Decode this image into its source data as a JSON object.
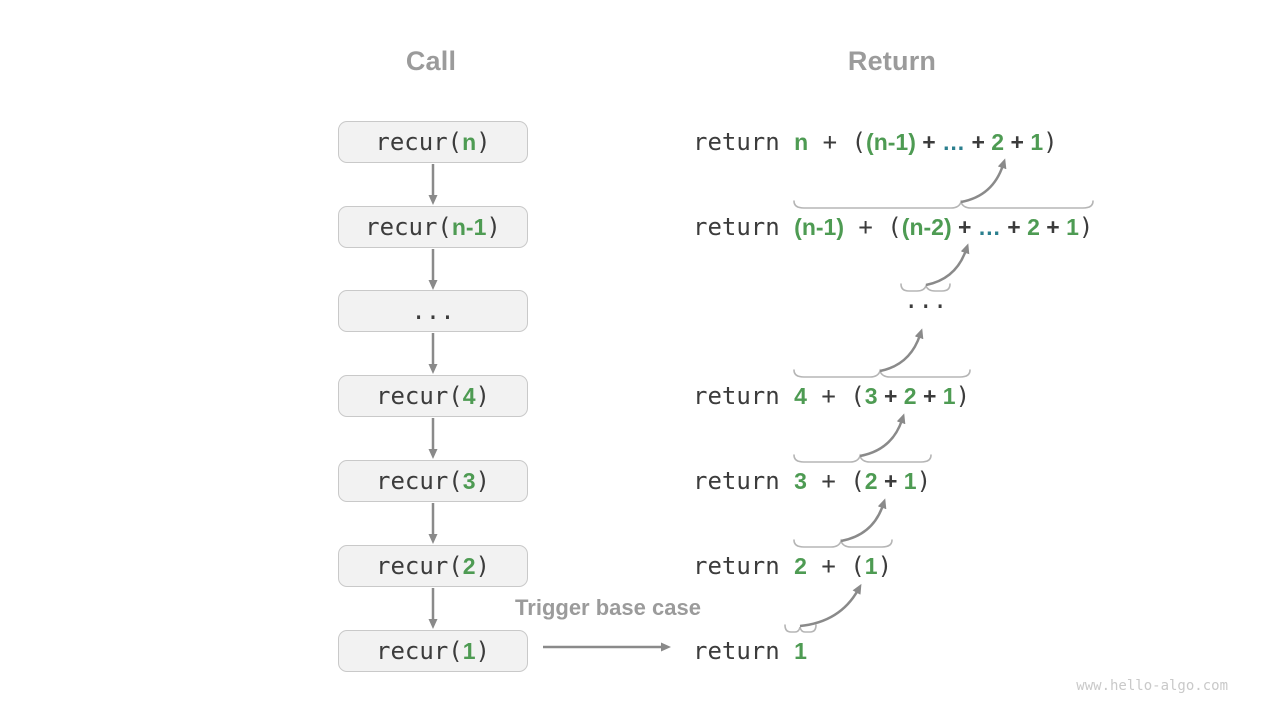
{
  "call_column": {
    "header": "Call",
    "boxes": [
      {
        "segments": [
          {
            "t": "recur(",
            "c": "mono"
          },
          {
            "t": "n",
            "c": "val"
          },
          {
            "t": ")",
            "c": "mono"
          }
        ]
      },
      {
        "segments": [
          {
            "t": "recur(",
            "c": "mono"
          },
          {
            "t": "n-1",
            "c": "val"
          },
          {
            "t": ")",
            "c": "mono"
          }
        ]
      },
      {
        "segments": [
          {
            "t": "...",
            "c": "mono"
          }
        ]
      },
      {
        "segments": [
          {
            "t": "recur(",
            "c": "mono"
          },
          {
            "t": "4",
            "c": "val"
          },
          {
            "t": ")",
            "c": "mono"
          }
        ]
      },
      {
        "segments": [
          {
            "t": "recur(",
            "c": "mono"
          },
          {
            "t": "3",
            "c": "val"
          },
          {
            "t": ")",
            "c": "mono"
          }
        ]
      },
      {
        "segments": [
          {
            "t": "recur(",
            "c": "mono"
          },
          {
            "t": "2",
            "c": "val"
          },
          {
            "t": ")",
            "c": "mono"
          }
        ]
      },
      {
        "segments": [
          {
            "t": "recur(",
            "c": "mono"
          },
          {
            "t": "1",
            "c": "val"
          },
          {
            "t": ")",
            "c": "mono"
          }
        ]
      }
    ]
  },
  "return_column": {
    "header": "Return",
    "rows": [
      {
        "segments": [
          {
            "t": "return ",
            "c": "mono"
          },
          {
            "t": "n",
            "c": "val"
          },
          {
            "t": " + ",
            "c": "mono"
          },
          {
            "t": "(",
            "c": "mono"
          },
          {
            "t": "(n-1)",
            "c": "val"
          },
          {
            "t": " + ",
            "c": "op"
          },
          {
            "t": "…",
            "c": "dots"
          },
          {
            "t": " + ",
            "c": "op"
          },
          {
            "t": "2",
            "c": "val"
          },
          {
            "t": " + ",
            "c": "op"
          },
          {
            "t": "1",
            "c": "val"
          },
          {
            "t": ")",
            "c": "mono"
          }
        ]
      },
      {
        "segments": [
          {
            "t": "return ",
            "c": "mono"
          },
          {
            "t": "(n-1)",
            "c": "val"
          },
          {
            "t": " + ",
            "c": "mono"
          },
          {
            "t": "(",
            "c": "mono"
          },
          {
            "t": "(n-2)",
            "c": "val"
          },
          {
            "t": " + ",
            "c": "op"
          },
          {
            "t": "…",
            "c": "dots"
          },
          {
            "t": " + ",
            "c": "op"
          },
          {
            "t": "2",
            "c": "val"
          },
          {
            "t": " + ",
            "c": "op"
          },
          {
            "t": "1",
            "c": "val"
          },
          {
            "t": ")",
            "c": "mono"
          }
        ]
      },
      {
        "segments": [
          {
            "t": "...",
            "c": "mono"
          }
        ]
      },
      {
        "segments": [
          {
            "t": "return ",
            "c": "mono"
          },
          {
            "t": "4",
            "c": "val"
          },
          {
            "t": " + ",
            "c": "mono"
          },
          {
            "t": "(",
            "c": "mono"
          },
          {
            "t": "3",
            "c": "val"
          },
          {
            "t": " + ",
            "c": "op"
          },
          {
            "t": "2",
            "c": "val"
          },
          {
            "t": " + ",
            "c": "op"
          },
          {
            "t": "1",
            "c": "val"
          },
          {
            "t": ")",
            "c": "mono"
          }
        ]
      },
      {
        "segments": [
          {
            "t": "return ",
            "c": "mono"
          },
          {
            "t": "3",
            "c": "val"
          },
          {
            "t": " + ",
            "c": "mono"
          },
          {
            "t": "(",
            "c": "mono"
          },
          {
            "t": "2",
            "c": "val"
          },
          {
            "t": " + ",
            "c": "op"
          },
          {
            "t": "1",
            "c": "val"
          },
          {
            "t": ")",
            "c": "mono"
          }
        ]
      },
      {
        "segments": [
          {
            "t": "return ",
            "c": "mono"
          },
          {
            "t": "2",
            "c": "val"
          },
          {
            "t": " + ",
            "c": "mono"
          },
          {
            "t": "(",
            "c": "mono"
          },
          {
            "t": "1",
            "c": "val"
          },
          {
            "t": ")",
            "c": "mono"
          }
        ]
      },
      {
        "segments": [
          {
            "t": "return ",
            "c": "mono"
          },
          {
            "t": "1",
            "c": "val"
          }
        ]
      }
    ]
  },
  "annotations": {
    "trigger_label": "Trigger base case",
    "watermark": "www.hello-algo.com"
  },
  "colors": {
    "value_green": "#4e9b53",
    "ellipsis_teal": "#2b7f8e",
    "text_dark": "#3c3c3c",
    "arrow_gray": "#8a8a8a",
    "brace_gray": "#b5b5b5",
    "box_fill": "#f2f2f2",
    "box_border": "#c9c9c9",
    "heading_gray": "#9b9b9b"
  }
}
